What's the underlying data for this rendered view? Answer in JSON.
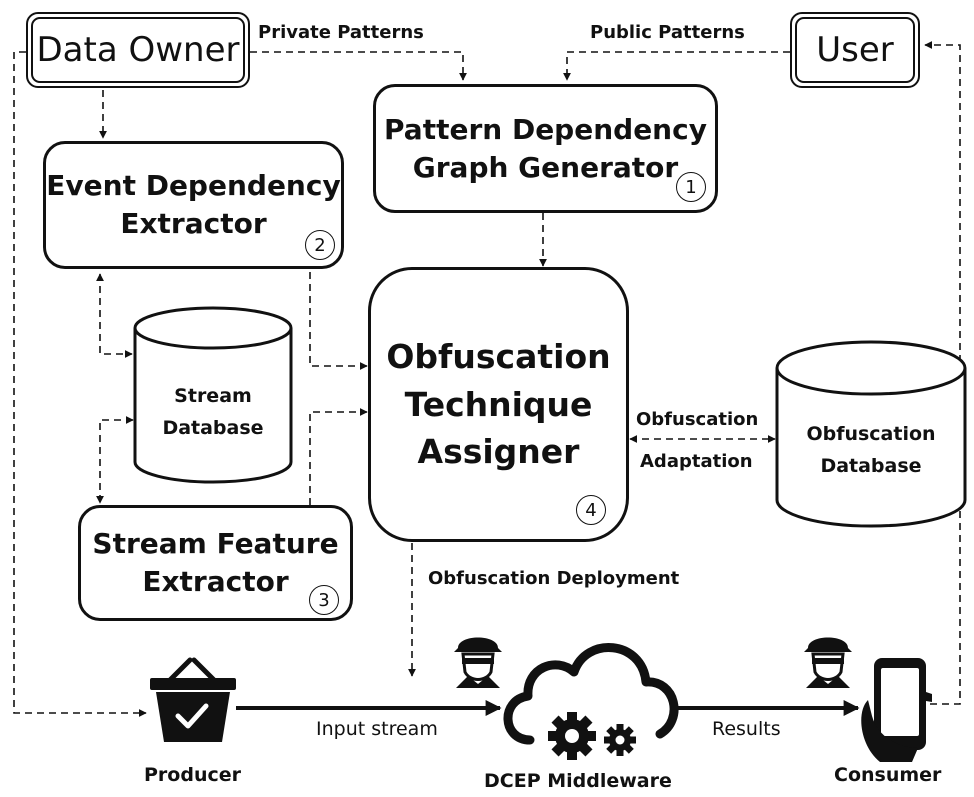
{
  "actors": {
    "data_owner": "Data Owner",
    "user": "User"
  },
  "components": {
    "pattern_graph": {
      "line1": "Pattern Dependency",
      "line2": "Graph Generator",
      "number": "1"
    },
    "event_extractor": {
      "line1": "Event Dependency",
      "line2": "Extractor",
      "number": "2"
    },
    "feature_extractor": {
      "line1": "Stream Feature",
      "line2": "Extractor",
      "number": "3"
    },
    "assigner": {
      "line1": "Obfuscation",
      "line2": "Technique",
      "line3": "Assigner",
      "number": "4"
    }
  },
  "databases": {
    "stream": {
      "line1": "Stream",
      "line2": "Database"
    },
    "obfuscation": {
      "line1": "Obfuscation",
      "line2": "Database"
    }
  },
  "edge_labels": {
    "private_patterns": "Private Patterns",
    "public_patterns": "Public Patterns",
    "adaptation_line1": "Obfuscation",
    "adaptation_line2": "Adaptation",
    "deployment": "Obfuscation Deployment",
    "input_stream": "Input stream",
    "results": "Results"
  },
  "bottom": {
    "producer": "Producer",
    "middleware": "DCEP Middleware",
    "consumer": "Consumer"
  },
  "icons": [
    "basket-check-icon",
    "cloud-gears-icon",
    "smartphone-hand-icon",
    "spy-icon"
  ]
}
